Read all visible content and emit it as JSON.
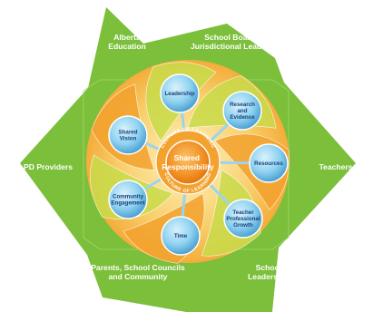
{
  "diagram": {
    "center": {
      "lines": [
        "Shared",
        "Responsibility"
      ]
    },
    "ring_text": {
      "top": "CULTURE OF LEARNING",
      "bottom": "CULTURE OF LEARNING"
    },
    "outer_labels": [
      {
        "id": "alberta-education",
        "lines": [
          "Alberta",
          "Education"
        ]
      },
      {
        "id": "school-board",
        "lines": [
          "School Board and",
          "Jurisdictional Leadership"
        ]
      },
      {
        "id": "teachers",
        "lines": [
          "Teachers"
        ]
      },
      {
        "id": "school-leadership",
        "lines": [
          "School",
          "Leadership"
        ]
      },
      {
        "id": "parents",
        "lines": [
          "Parents, School Councils",
          "and Community"
        ]
      },
      {
        "id": "pd-providers",
        "lines": [
          "PD Providers"
        ]
      }
    ],
    "nodes": [
      {
        "id": "leadership",
        "lines": [
          "Leadership"
        ]
      },
      {
        "id": "research-evidence",
        "lines": [
          "Research",
          "and",
          "Evidence"
        ]
      },
      {
        "id": "resources",
        "lines": [
          "Resources"
        ]
      },
      {
        "id": "teacher-growth",
        "lines": [
          "Teacher",
          "Professional",
          "Growth"
        ]
      },
      {
        "id": "time",
        "lines": [
          "Time"
        ]
      },
      {
        "id": "community-engagement",
        "lines": [
          "Community",
          "Engagement"
        ]
      },
      {
        "id": "shared-vision",
        "lines": [
          "Shared",
          "Vision"
        ]
      }
    ],
    "colors": {
      "star_green": "#7bbf3a",
      "star_dark_green": "#5e9e2a",
      "orange": "#f3a22e",
      "light_orange": "#f8cf6a",
      "yellow_green": "#c9dc4a",
      "node_blue": "#8fd2f0",
      "node_dark_blue": "#4aa6d8",
      "center_orange": "#f08a1c"
    }
  }
}
